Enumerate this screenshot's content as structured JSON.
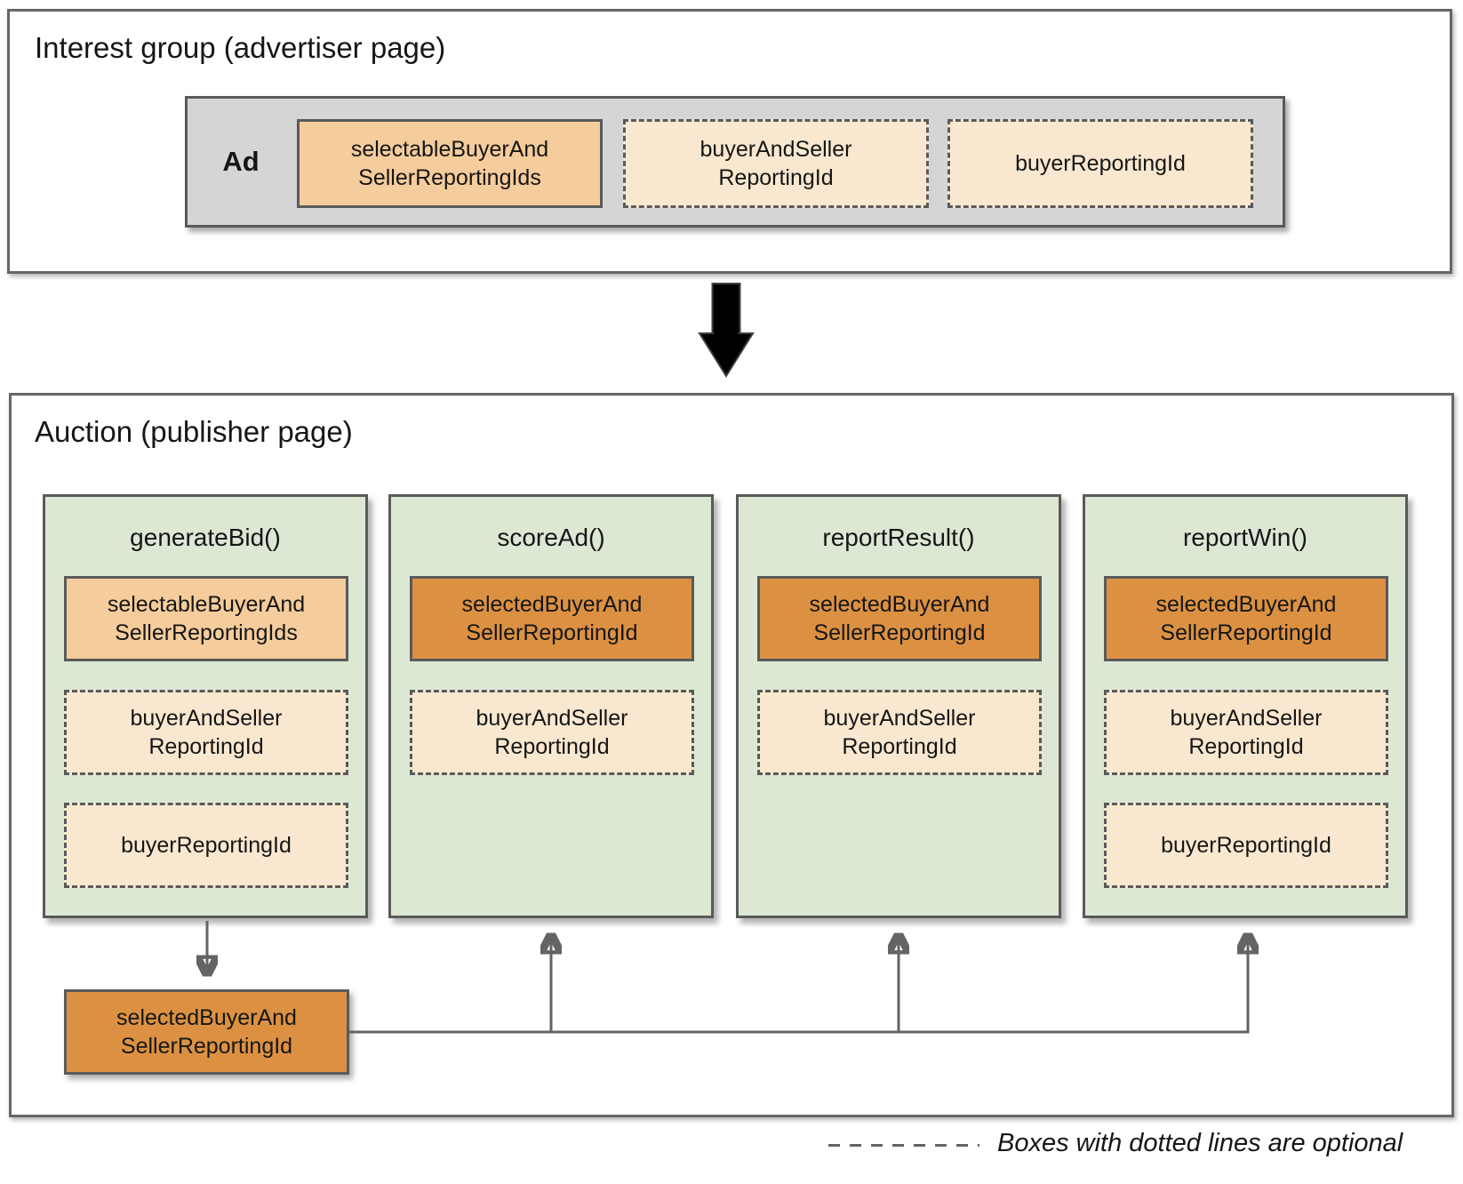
{
  "colors": {
    "outer-border": "#666666",
    "box-border": "#5a5a5a",
    "ad-gray": "#d5d5d5",
    "light-orange": "#f5cc9b",
    "dark-orange": "#dc9142",
    "cream": "#f9e8cf",
    "green": "#dce8d4",
    "connector": "#646464",
    "text": "#161616"
  },
  "interest_group": {
    "title": "Interest group (advertiser page)",
    "ad": {
      "label": "Ad",
      "boxes": [
        {
          "label": "selectableBuyerAnd\nSellerReportingIds",
          "optional": false
        },
        {
          "label": "buyerAndSeller\nReportingId",
          "optional": true
        },
        {
          "label": "buyerReportingId",
          "optional": true
        }
      ]
    }
  },
  "auction": {
    "title": "Auction (publisher page)",
    "functions": [
      {
        "name": "generateBid()",
        "boxes": [
          {
            "label": "selectableBuyerAnd\nSellerReportingIds",
            "optional": false
          },
          {
            "label": "buyerAndSeller\nReportingId",
            "optional": true
          },
          {
            "label": "buyerReportingId",
            "optional": true
          }
        ]
      },
      {
        "name": "scoreAd()",
        "boxes": [
          {
            "label": "selectedBuyerAnd\nSellerReportingId",
            "optional": false
          },
          {
            "label": "buyerAndSeller\nReportingId",
            "optional": true
          }
        ]
      },
      {
        "name": "reportResult()",
        "boxes": [
          {
            "label": "selectedBuyerAnd\nSellerReportingId",
            "optional": false
          },
          {
            "label": "buyerAndSeller\nReportingId",
            "optional": true
          }
        ]
      },
      {
        "name": "reportWin()",
        "boxes": [
          {
            "label": "selectedBuyerAnd\nSellerReportingId",
            "optional": false
          },
          {
            "label": "buyerAndSeller\nReportingId",
            "optional": true
          },
          {
            "label": "buyerReportingId",
            "optional": true
          }
        ]
      }
    ],
    "result_box": {
      "label": "selectedBuyerAnd\nSellerReportingId"
    }
  },
  "legend": {
    "text": "Boxes with dotted lines are optional"
  }
}
